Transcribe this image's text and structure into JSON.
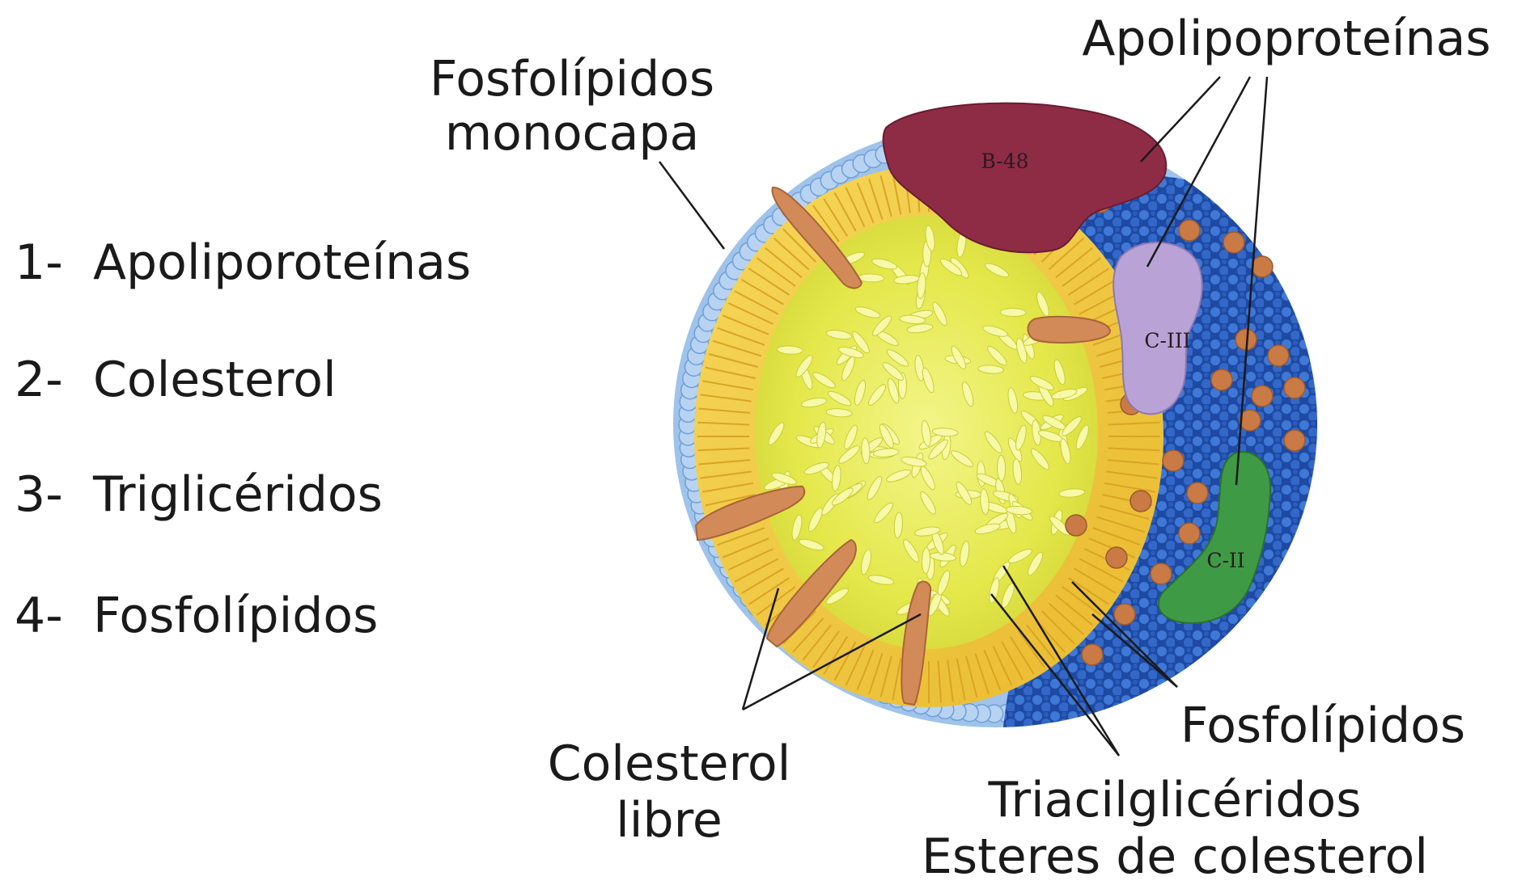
{
  "legend": [
    {
      "number": "1-",
      "text": "Apoliporoteínas"
    },
    {
      "number": "2-",
      "text": "Colesterol"
    },
    {
      "number": "3-",
      "text": "Triglicéridos"
    },
    {
      "number": "4-",
      "text": "Fosfolípidos"
    }
  ],
  "labels": {
    "apolipoproteinas": "Apolipoproteínas",
    "fosfolipidos_monocapa_1": "Fosfolípidos",
    "fosfolipidos_monocapa_2": "monocapa",
    "colesterol_libre_1": "Colesterol",
    "colesterol_libre_2": "libre",
    "fosfolipidos": "Fosfolípidos",
    "triacilgliceridos": "Triacilglicéridos",
    "esteres": "Esteres de colesterol"
  },
  "proteins": {
    "b48": "B-48",
    "c3": "C-III",
    "c2": "C-II"
  },
  "colors": {
    "apo_b48": "#8e2c46",
    "apo_c3": "#b9a3d6",
    "apo_c2": "#3f9a45",
    "phospholipid_shell": "#2f62c4",
    "phospholipid_head": "#a9c9ee",
    "triglyceride_core": "#e9ec4a",
    "monolayer": "#f0c93d",
    "cholesterol": "#d18a57"
  }
}
